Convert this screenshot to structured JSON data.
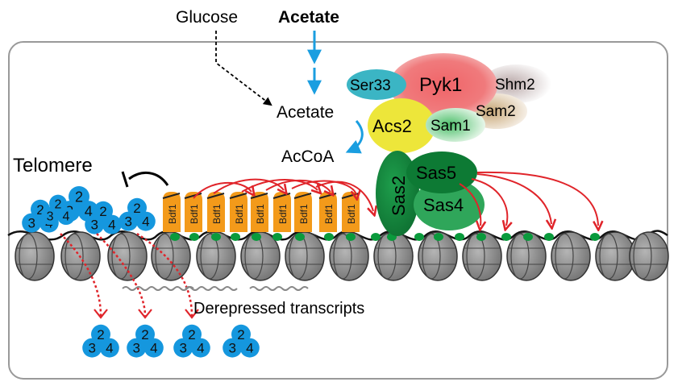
{
  "labels": {
    "glucose": "Glucose",
    "acetate_top": "Acetate",
    "acetate_inner": "Acetate",
    "accoa": "AcCoA",
    "telomere": "Telomere",
    "derepressed": "Derepressed transcripts"
  },
  "enzymes": {
    "ser33": "Ser33",
    "pyk1": "Pyk1",
    "shm2": "Shm2",
    "sam2": "Sam2",
    "acs2": "Acs2",
    "sam1": "Sam1",
    "sas2": "Sas2",
    "sas5": "Sas5",
    "sas4": "Sas4"
  },
  "bdf_label": "Bdf1",
  "sir_labels": {
    "a": "2",
    "b": "3",
    "c": "4"
  },
  "colors": {
    "arrow_blue": "#1a9ee0",
    "arrow_red": "#e0242a",
    "sir_blue": "#1597de",
    "bdf_orange": "#f39a1a",
    "acetyl_green": "#0a9a3c",
    "sas_green": "#158a3e",
    "pyk_red": "#ef6a6e",
    "acs_yellow": "#ede63a",
    "ser_teal": "#3bb5c4",
    "nucleosome_gray": "#808080"
  }
}
